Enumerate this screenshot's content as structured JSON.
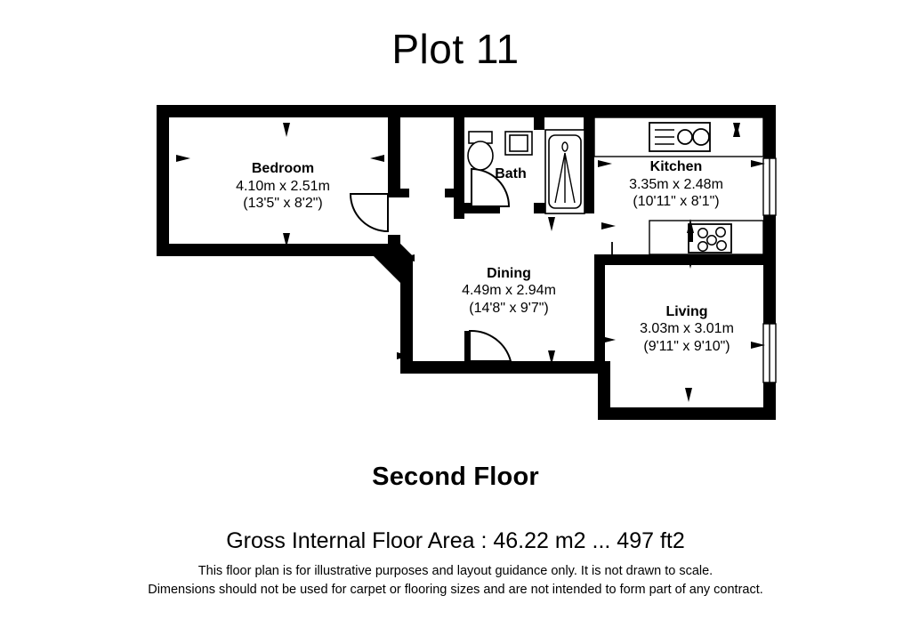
{
  "title": "Plot 11",
  "floor_label": "Second Floor",
  "area_label": "Gross Internal Floor Area : 46.22 m2 ... 497 ft2",
  "disclaimer": {
    "line1": "This floor plan is for illustrative purposes and layout guidance only. It is not drawn to scale.",
    "line2": "Dimensions should not be used for carpet or flooring sizes and are not intended to form part of any contract."
  },
  "colors": {
    "wall": "#000000",
    "background": "#ffffff",
    "fixture_stroke": "#000000"
  },
  "rooms": [
    {
      "key": "bedroom",
      "name": "Bedroom",
      "dim_metric": "4.10m x 2.51m",
      "dim_imperial": "(13'5\" x 8'2\")"
    },
    {
      "key": "bath",
      "name": "Bath",
      "dim_metric": "",
      "dim_imperial": ""
    },
    {
      "key": "kitchen",
      "name": "Kitchen",
      "dim_metric": "3.35m x 2.48m",
      "dim_imperial": "(10'11\" x 8'1\")"
    },
    {
      "key": "dining",
      "name": "Dining",
      "dim_metric": "4.49m x 2.94m",
      "dim_imperial": "(14'8\" x 9'7\")"
    },
    {
      "key": "living",
      "name": "Living",
      "dim_metric": "3.03m x 3.01m",
      "dim_imperial": "(9'11\" x 9'10\")"
    }
  ],
  "fixtures": [
    {
      "key": "toilet",
      "label": "toilet"
    },
    {
      "key": "washbasin",
      "label": "wash basin"
    },
    {
      "key": "bath-shower",
      "label": "bath with shower"
    },
    {
      "key": "kitchen-sink",
      "label": "kitchen sink with drainer"
    },
    {
      "key": "hob",
      "label": "hob with five rings"
    }
  ]
}
